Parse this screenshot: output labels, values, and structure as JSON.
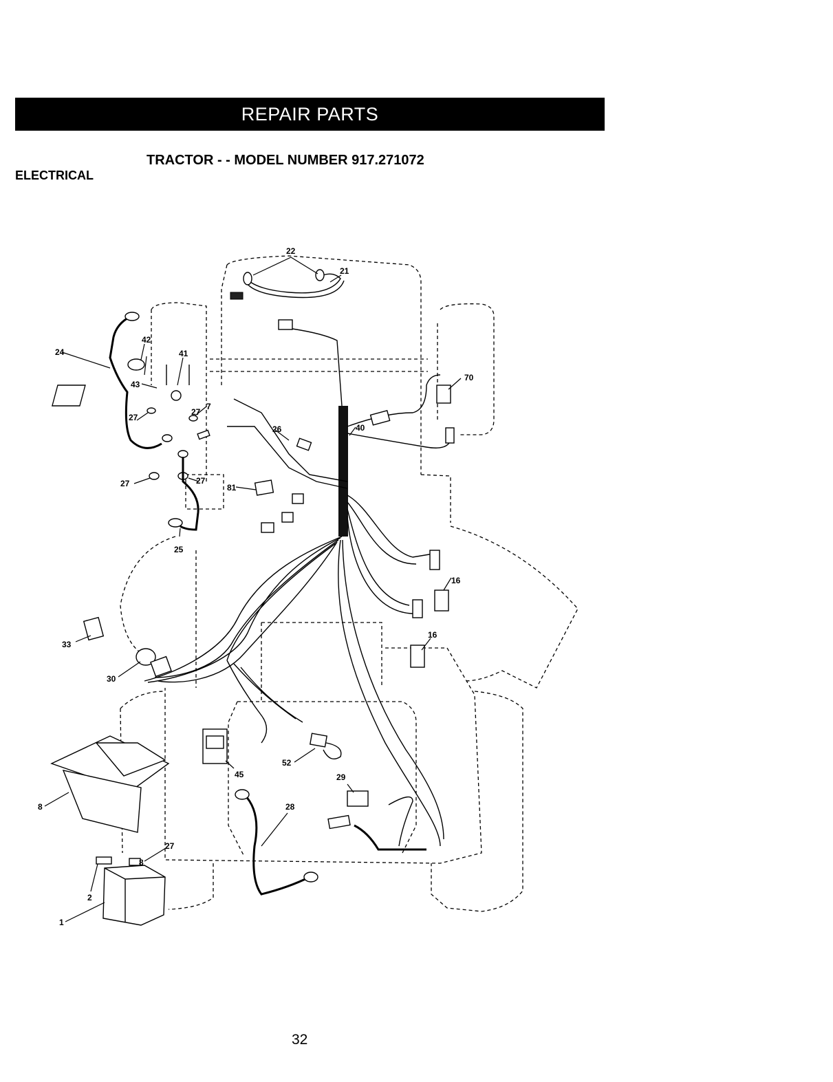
{
  "header": {
    "title": "REPAIR PARTS"
  },
  "subtitle": "TRACTOR - - MODEL NUMBER 917.271072",
  "section": "ELECTRICAL",
  "page_number": "32",
  "callouts": [
    "22",
    "21",
    "42",
    "41",
    "24",
    "70",
    "43",
    "27",
    "7",
    "27",
    "26",
    "40",
    "27",
    "27",
    "81",
    "25",
    "16",
    "16",
    "33",
    "30",
    "45",
    "52",
    "29",
    "28",
    "8",
    "27",
    "8",
    "2",
    "1"
  ]
}
